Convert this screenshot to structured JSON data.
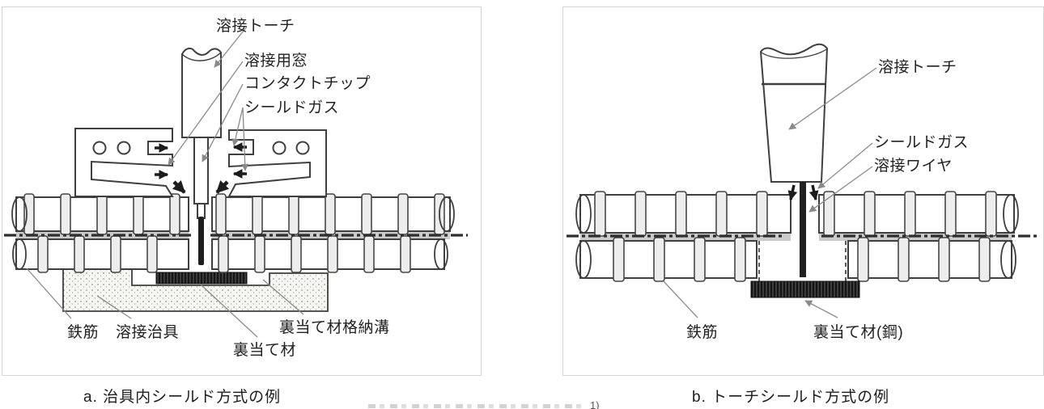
{
  "figure": {
    "left": {
      "labels": {
        "torch": "溶接トーチ",
        "window": "溶接用窓",
        "contact_tip": "コンタクトチップ",
        "shield_gas": "シールドガス",
        "rebar": "鉄筋",
        "jig": "溶接治具",
        "backing_groove": "裏当て材格納溝",
        "backing": "裏当て材"
      },
      "caption": "a.  治具内シールド方式の例"
    },
    "right": {
      "labels": {
        "torch": "溶接トーチ",
        "shield_gas": "シールドガス",
        "wire": "溶接ワイヤ",
        "rebar": "鉄筋",
        "backing_steel": "裏当て材(鋼)"
      },
      "caption": "b.  トーチシールド方式の例"
    },
    "footnote_fragment": "1)"
  },
  "colors": {
    "line": "#3f3f3f",
    "leader_line": "#8a8a8a",
    "panel_border": "#d4d4d4",
    "backing_fill": "#111111",
    "rebar_band": "#cbcbcb"
  }
}
